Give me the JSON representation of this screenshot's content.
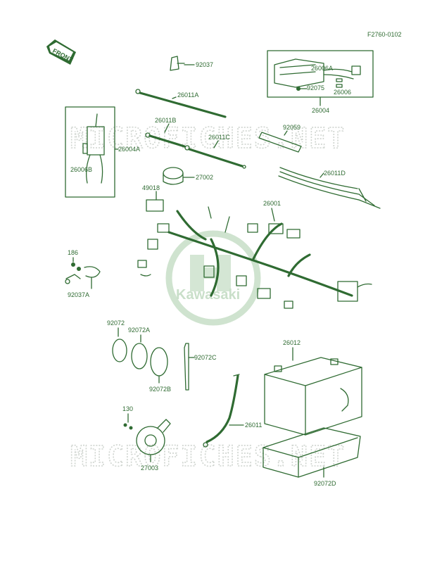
{
  "figure_code": "F2760-0102",
  "front_label": "FRONT",
  "watermark_text": "MICROFICHES.NET",
  "logo_text": "Kawasaki",
  "colors": {
    "ink": "#2f6b32",
    "watermark": "#cfd4cf",
    "logo": "#c9dfc9"
  },
  "parts": {
    "p92037": "92037",
    "p26011A": "26011A",
    "p26006A_top": "26006A",
    "p92075": "92075",
    "p26006_top": "26006",
    "p26004": "26004",
    "p26011B": "26011B",
    "p26011C": "26011C",
    "p92059": "92059",
    "p26004A": "26004A",
    "p26006B": "26006B",
    "p27002": "27002",
    "p26011D": "26011D",
    "p49018": "49018",
    "p26001": "26001",
    "p186": "186",
    "p92037A": "92037A",
    "p92072": "92072",
    "p92072A": "92072A",
    "p92072B": "92072B",
    "p92072C": "92072C",
    "p26012": "26012",
    "p26011": "26011",
    "p130": "130",
    "p27003": "27003",
    "p92072D": "92072D"
  }
}
